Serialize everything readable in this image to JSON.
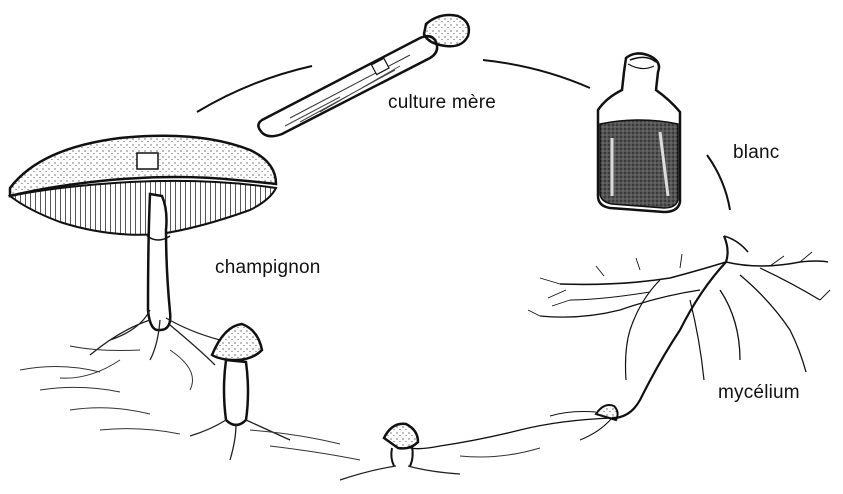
{
  "labels": {
    "culture_mere": "culture mère",
    "blanc": "blanc",
    "champignon": "champignon",
    "mycelium": "mycélium"
  }
}
